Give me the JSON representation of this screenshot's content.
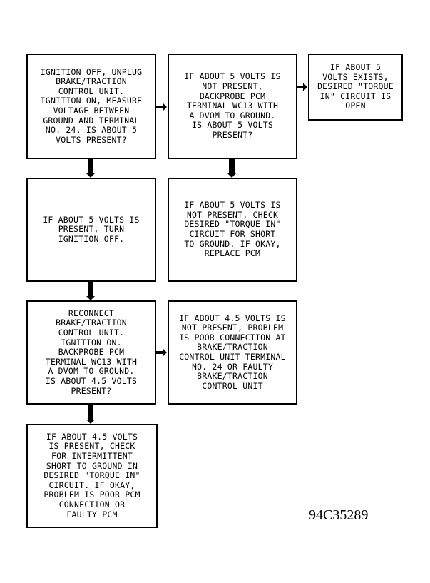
{
  "boxes": {
    "b1": "IGNITION OFF, UNPLUG\nBRAKE/TRACTION\nCONTROL UNIT.\nIGNITION ON, MEASURE\nVOLTAGE BETWEEN\nGROUND AND TERMINAL\nNO. 24. IS ABOUT 5\nVOLTS PRESENT?",
    "b2": "IF ABOUT 5 VOLTS IS\nNOT PRESENT,\nBACKPROBE PCM\nTERMINAL WC13 WITH\nA DVOM TO GROUND.\nIS ABOUT 5 VOLTS\nPRESENT?",
    "b3": "IF ABOUT 5\nVOLTS EXISTS,\nDESIRED \"TORQUE\nIN\" CIRCUIT IS\nOPEN",
    "b4": "IF ABOUT 5 VOLTS IS\nPRESENT, TURN\nIGNITION OFF.",
    "b5": "IF ABOUT 5 VOLTS IS\nNOT PRESENT, CHECK\nDESIRED \"TORQUE IN\"\nCIRCUIT FOR SHORT\nTO GROUND. IF OKAY,\nREPLACE PCM",
    "b6": "RECONNECT\nBRAKE/TRACTION\nCONTROL UNIT.\nIGNITION ON.\nBACKPROBE PCM\nTERMINAL WC13 WITH\nA DVOM TO GROUND.\nIS ABOUT 4.5 VOLTS\nPRESENT?",
    "b7": "IF ABOUT 4.5 VOLTS IS\nNOT PRESENT, PROBLEM\nIS POOR CONNECTION AT\nBRAKE/TRACTION\nCONTROL UNIT TERMINAL\nNO. 24 OR FAULTY\nBRAKE/TRACTION\nCONTROL UNIT",
    "b8": "IF ABOUT 4.5 VOLTS\nIS PRESENT, CHECK\nFOR INTERMITTENT\nSHORT TO GROUND IN\nDESIRED \"TORQUE IN\"\nCIRCUIT. IF OKAY,\nPROBLEM IS POOR PCM\nCONNECTION OR\nFAULTY PCM"
  },
  "figure_id": "94C35289"
}
